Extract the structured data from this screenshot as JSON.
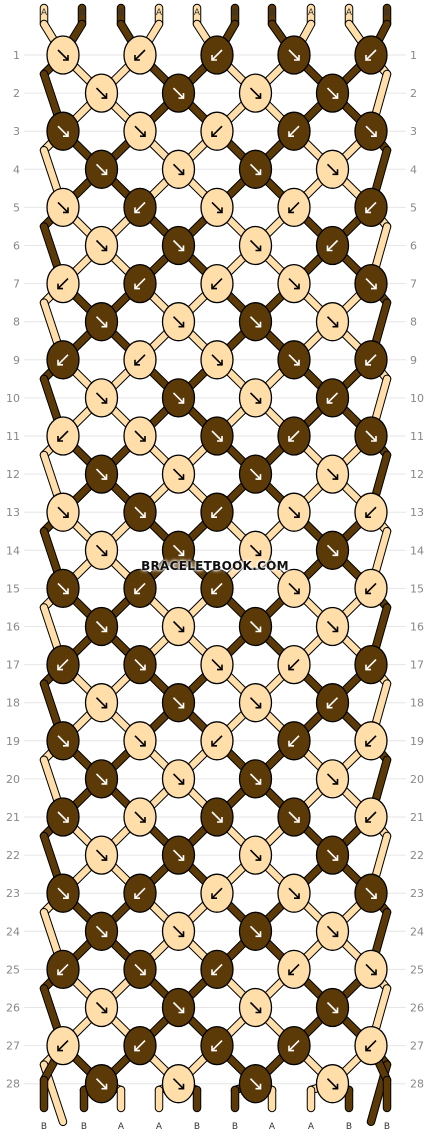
{
  "colors": {
    "A": "#FFDEAA",
    "B": "#5C3A08"
  },
  "top_strands": [
    "A",
    "B",
    "B",
    "A",
    "A",
    "B",
    "B",
    "A",
    "A",
    "B"
  ],
  "bottom_strands": [
    "B",
    "B",
    "A",
    "A",
    "B",
    "B",
    "A",
    "A",
    "B",
    "B"
  ],
  "row_numbers": [
    "1",
    "2",
    "3",
    "4",
    "5",
    "6",
    "7",
    "8",
    "9",
    "10",
    "11",
    "12",
    "13",
    "14",
    "15",
    "16",
    "17",
    "18",
    "19",
    "20",
    "21",
    "22",
    "23",
    "24",
    "25",
    "26",
    "27",
    "28"
  ],
  "knots": [
    [
      "A>",
      "A<",
      "B<",
      "B>",
      "B<"
    ],
    [
      "A>",
      "B>",
      "A>",
      "B>"
    ],
    [
      "B>",
      "A>",
      "A<",
      "B<",
      "B>"
    ],
    [
      "B>",
      "A>",
      "B>",
      "A>"
    ],
    [
      "A>",
      "B<",
      "A>",
      "A<",
      "B<"
    ],
    [
      "A>",
      "B>",
      "A>",
      "B<"
    ],
    [
      "A<",
      "B<",
      "A<",
      "A>",
      "B>"
    ],
    [
      "B>",
      "A>",
      "B>",
      "A>"
    ],
    [
      "B<",
      "A<",
      "A>",
      "B>",
      "B<"
    ],
    [
      "A>",
      "B>",
      "A>",
      "B<"
    ],
    [
      "A<",
      "A>",
      "B>",
      "B<",
      "B>"
    ],
    [
      "B>",
      "A>",
      "B>",
      "A>"
    ],
    [
      "A>",
      "B>",
      "B<",
      "A>",
      "A<"
    ],
    [
      "A>",
      "B>",
      "A>",
      "B>"
    ],
    [
      "B>",
      "B<",
      "B<",
      "A>",
      "A<"
    ],
    [
      "B>",
      "A>",
      "B>",
      "A>"
    ],
    [
      "B<",
      "B>",
      "A>",
      "A<",
      "B<"
    ],
    [
      "A>",
      "B>",
      "A>",
      "B<"
    ],
    [
      "B>",
      "A>",
      "A<",
      "B<",
      "A<"
    ],
    [
      "B>",
      "A>",
      "B>",
      "A>"
    ],
    [
      "B>",
      "A>",
      "B>",
      "B>",
      "A<"
    ],
    [
      "A>",
      "B>",
      "A>",
      "B>"
    ],
    [
      "B>",
      "B<",
      "A<",
      "A>",
      "B>"
    ],
    [
      "B>",
      "A>",
      "B>",
      "A>"
    ],
    [
      "B<",
      "B>",
      "B<",
      "A<",
      "A>"
    ],
    [
      "A>",
      "B>",
      "A>",
      "B>"
    ],
    [
      "A<",
      "B<",
      "B<",
      "B<",
      "A<"
    ],
    [
      "B>",
      "A>",
      "B>",
      "A>"
    ]
  ],
  "watermark": "BRACELETBOOK.COM"
}
